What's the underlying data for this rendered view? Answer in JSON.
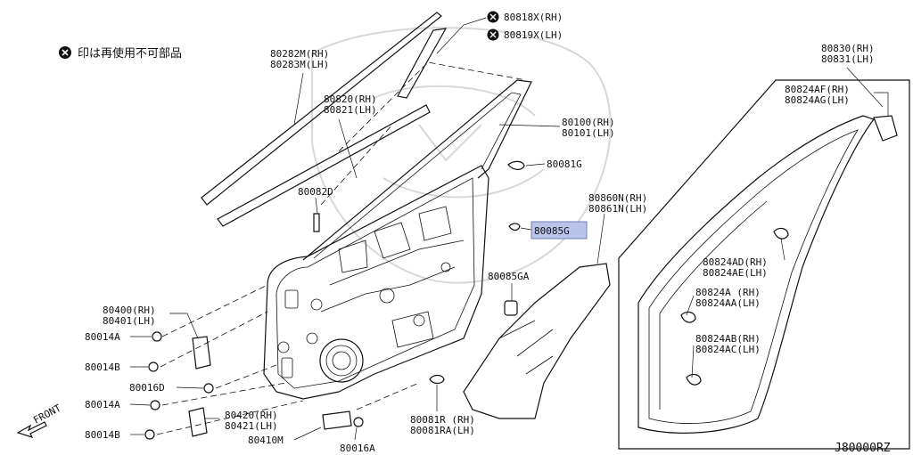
{
  "diagram_code": "J80000RZ",
  "note": "印は再使用不可部品",
  "front_label": "FRONT",
  "labels": {
    "p80818x": "80818X(RH)",
    "p80819x": "80819X(LH)",
    "p80282m": "80282M(RH)",
    "p80283m": "80283M(LH)",
    "p80820": "80820(RH)",
    "p80821": "80821(LH)",
    "p80100": "80100(RH)",
    "p80101": "80101(LH)",
    "p80081g": "80081G",
    "p80082d": "80082D",
    "p80860n": "80860N(RH)",
    "p80861n": "80861N(LH)",
    "p80085g": "80085G",
    "p80085ga": "80085GA",
    "p80400": "80400(RH)",
    "p80401": "80401(LH)",
    "p80014a_1": "80014A",
    "p80014b_1": "80014B",
    "p80016d": "80016D",
    "p80014a_2": "80014A",
    "p80014b_2": "80014B",
    "p80420": "80420(RH)",
    "p80421": "80421(LH)",
    "p80410m": "80410M",
    "p80016a": "80016A",
    "p80081r": "80081R (RH)",
    "p80081ra": "80081RA(LH)",
    "p80830": "80830(RH)",
    "p80831": "80831(LH)",
    "p80824af": "80824AF(RH)",
    "p80824ag": "80824AG(LH)",
    "p80824ad": "80824AD(RH)",
    "p80824ae": "80824AE(LH)",
    "p80824a": "80824A  (RH)",
    "p80824aa": "80824AA(LH)",
    "p80824ab": "80824AB(RH)",
    "p80824ac": "80824AC(LH)"
  },
  "highlight_color": "#b8c4e8"
}
